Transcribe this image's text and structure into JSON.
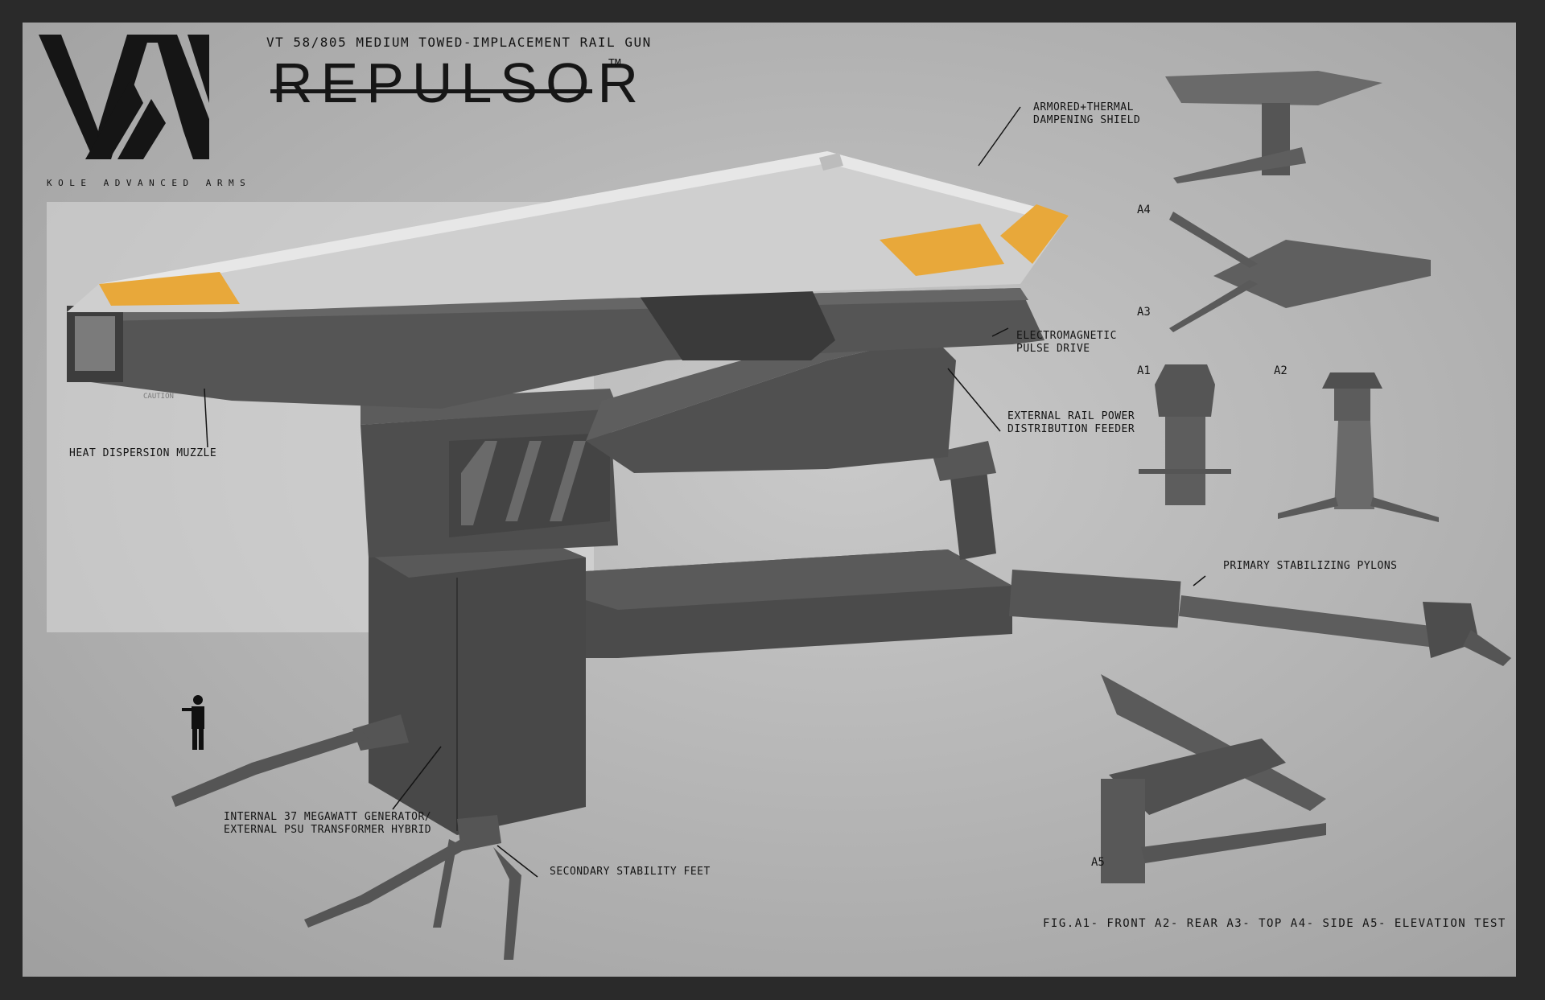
{
  "header": {
    "subtitle": "VT 58/805 MEDIUM TOWED-IMPLACEMENT RAIL GUN",
    "product_name": "REPULSOR",
    "trademark": "TM",
    "brand_name": "KOLE ADVANCED ARMS",
    "logo": "VXM-monogram-logo"
  },
  "callouts": {
    "shield": [
      "ARMORED+THERMAL",
      "DAMPENING SHIELD"
    ],
    "pulse_drive": [
      "ELECTROMAGNETIC",
      "PULSE DRIVE"
    ],
    "rail_feeder": [
      "EXTERNAL RAIL POWER",
      "DISTRIBUTION FEEDER"
    ],
    "muzzle": [
      "HEAT DISPERSION MUZZLE"
    ],
    "pylons": [
      "PRIMARY STABILIZING PYLONS"
    ],
    "generator": [
      "INTERNAL 37 MEGAWATT GENERATOR/",
      "EXTERNAL PSU TRANSFORMER HYBRID"
    ],
    "feet": [
      "SECONDARY STABILITY FEET"
    ]
  },
  "views": {
    "a4": "A4",
    "a3": "A3",
    "a1": "A1",
    "a2": "A2",
    "a5": "A5"
  },
  "hull_marking": "CAUTION",
  "caption": "FIG.A1- FRONT A2- REAR A3- TOP A4- SIDE A5- ELEVATION TEST",
  "colors": {
    "background": "#b9b9b9",
    "frame": "#2a2a2a",
    "hull": "#4a4a4a",
    "hull_dark": "#333333",
    "shield_top": "#d8d8d8",
    "accent": "#e8a83a",
    "ink": "#141414"
  }
}
